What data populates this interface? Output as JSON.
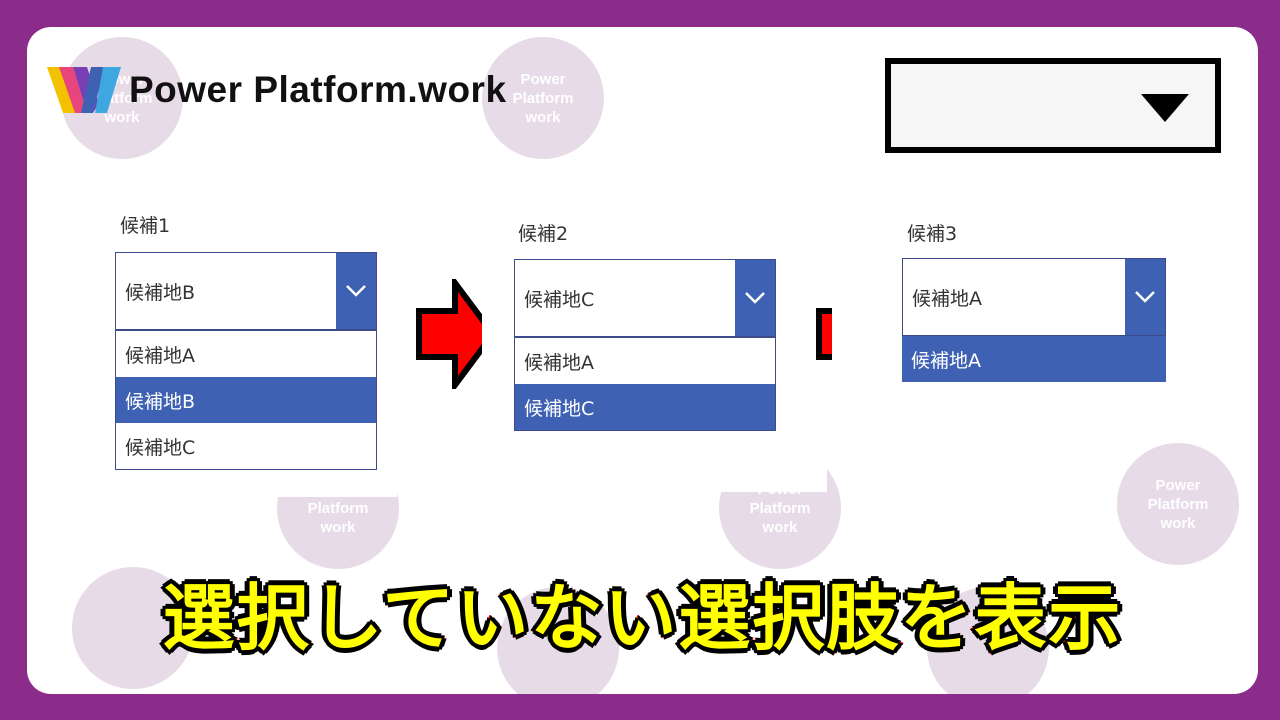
{
  "brand": {
    "name": "Power Platform.work"
  },
  "watermark": {
    "line1": "Power",
    "line2": "Platform",
    "line3": "work"
  },
  "top_combo": {
    "value": ""
  },
  "steps": [
    {
      "label": "候補1",
      "selected": "候補地B",
      "options": [
        {
          "text": "候補地A",
          "selected": false
        },
        {
          "text": "候補地B",
          "selected": true
        },
        {
          "text": "候補地C",
          "selected": false
        }
      ]
    },
    {
      "label": "候補2",
      "selected": "候補地C",
      "options": [
        {
          "text": "候補地A",
          "selected": false
        },
        {
          "text": "候補地C",
          "selected": true
        }
      ]
    },
    {
      "label": "候補3",
      "selected": "候補地A",
      "options": [
        {
          "text": "候補地A",
          "selected": true
        }
      ]
    }
  ],
  "caption": "選択していない選択肢を表示",
  "colors": {
    "frame": "#8b2c8a",
    "accent": "#3f61b3",
    "caption_fill": "#ffff00",
    "caption_stroke": "#ff0000",
    "arrow": "#ff0000"
  }
}
